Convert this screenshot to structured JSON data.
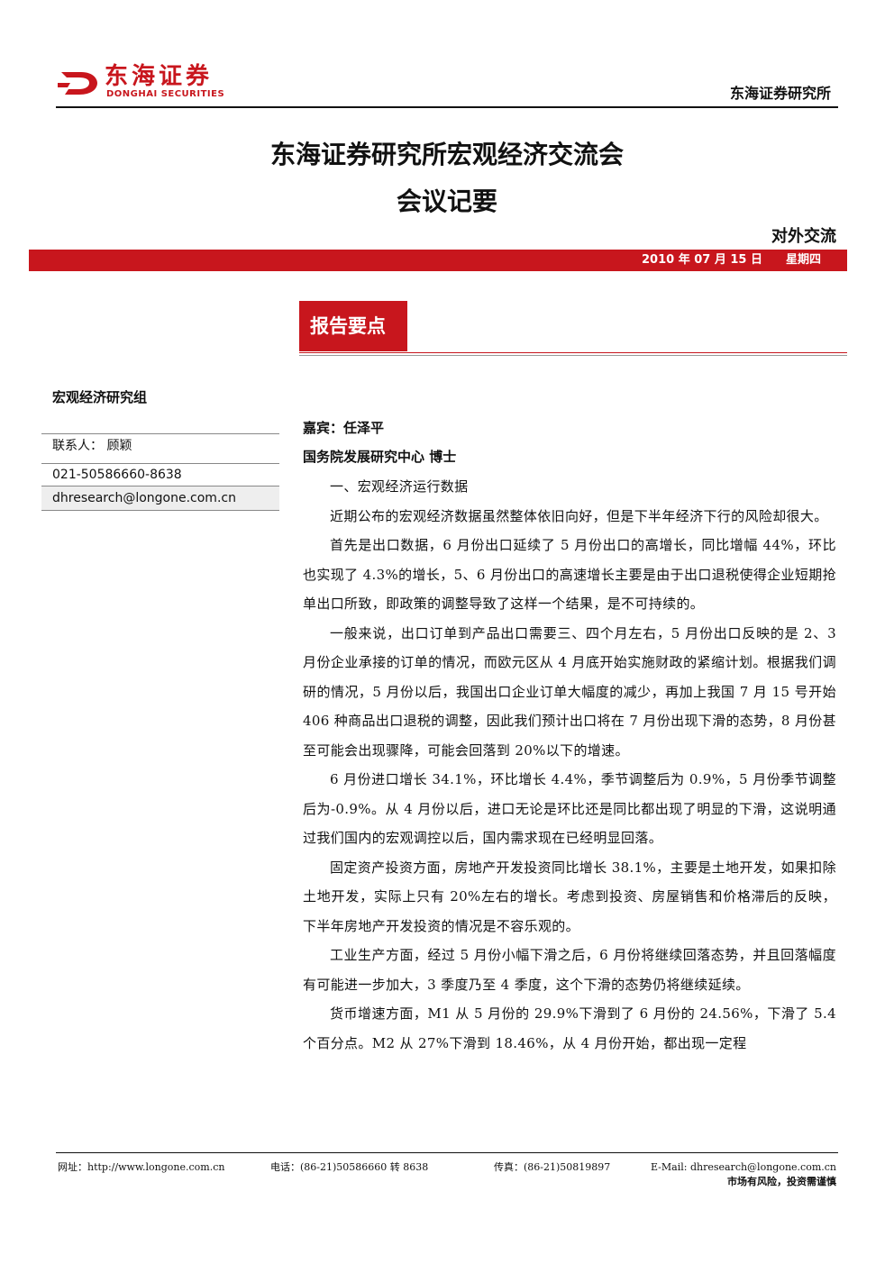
{
  "header": {
    "logo_cn": "东海证券",
    "logo_en": "DONGHAI SECURITIES",
    "org": "东海证券研究所"
  },
  "title": {
    "line1": "东海证券研究所宏观经济交流会",
    "line2": "会议记要"
  },
  "tag": "对外交流",
  "date_bar": {
    "date": "2010 年 07 月 15 日",
    "weekday": "星期四"
  },
  "section": {
    "title": "报告要点"
  },
  "left": {
    "group": "宏观经济研究组",
    "contact": "联系人：  顾颖",
    "phone": "021-50586660-8638",
    "email": "dhresearch@longone.com.cn"
  },
  "main": {
    "guest": "嘉宾：任泽平",
    "affiliation": "国务院发展研究中心  博士",
    "paragraphs": [
      "一、宏观经济运行数据",
      "近期公布的宏观经济数据虽然整体依旧向好，但是下半年经济下行的风险却很大。",
      "首先是出口数据，6 月份出口延续了 5 月份出口的高增长，同比增幅 44%，环比也实现了 4.3%的增长，5、6 月份出口的高速增长主要是由于出口退税使得企业短期抢单出口所致，即政策的调整导致了这样一个结果，是不可持续的。",
      "一般来说，出口订单到产品出口需要三、四个月左右，5 月份出口反映的是 2、3 月份企业承接的订单的情况，而欧元区从 4 月底开始实施财政的紧缩计划。根据我们调研的情况，5 月份以后，我国出口企业订单大幅度的减少，再加上我国 7 月 15 号开始 406 种商品出口退税的调整，因此我们预计出口将在 7 月份出现下滑的态势，8 月份甚至可能会出现骤降，可能会回落到 20%以下的增速。",
      "6 月份进口增长 34.1%，环比增长 4.4%，季节调整后为 0.9%，5 月份季节调整后为-0.9%。从 4 月份以后，进口无论是环比还是同比都出现了明显的下滑，这说明通过我们国内的宏观调控以后，国内需求现在已经明显回落。",
      "固定资产投资方面，房地产开发投资同比增长 38.1%，主要是土地开发，如果扣除土地开发，实际上只有 20%左右的增长。考虑到投资、房屋销售和价格滞后的反映，下半年房地产开发投资的情况是不容乐观的。",
      "工业生产方面，经过 5 月份小幅下滑之后，6 月份将继续回落态势，并且回落幅度有可能进一步加大，3 季度乃至 4 季度，这个下滑的态势仍将继续延续。",
      "货币增速方面，M1 从 5 月份的 29.9%下滑到了 6 月份的 24.56%，下滑了 5.4 个百分点。M2 从 27%下滑到 18.46%，从 4 月份开始，都出现一定程"
    ]
  },
  "footer": {
    "web": "网址：http://www.longone.com.cn",
    "tel": "电话：(86-21)50586660 转 8638",
    "fax": "传真：(86-21)50819897",
    "email": "E-Mail: dhresearch@longone.com.cn",
    "risk": "市场有风险，投资需谨慎"
  },
  "colors": {
    "brand_red": "#c8161d"
  }
}
